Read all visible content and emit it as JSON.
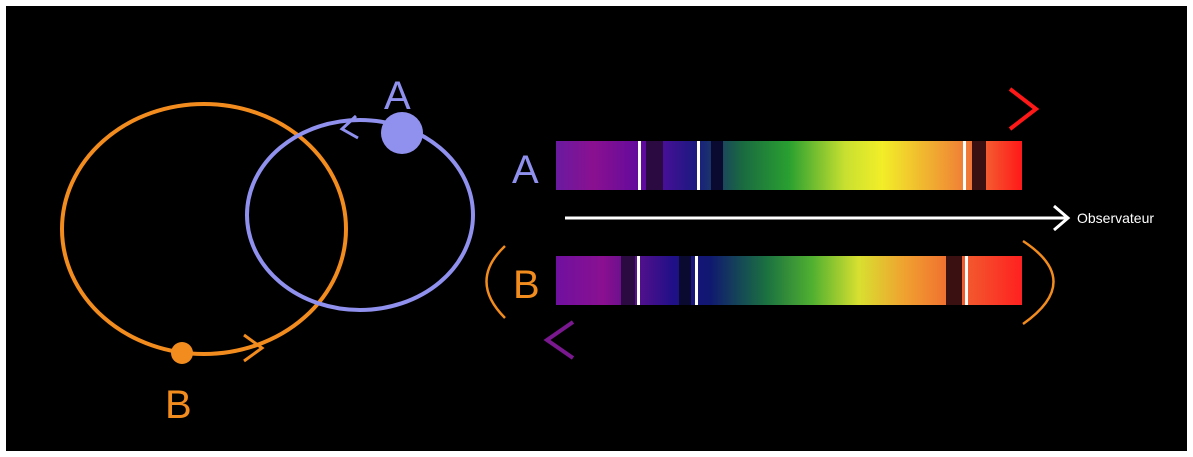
{
  "labels": {
    "star_a": "A",
    "star_b": "B",
    "spectrum_a": "A",
    "spectrum_b": "B",
    "observer": "Observateur"
  },
  "colors": {
    "star_a": "#9090ee",
    "star_b": "#f28c1e",
    "background": "#000000",
    "spectral_line": "#ffffff"
  }
}
